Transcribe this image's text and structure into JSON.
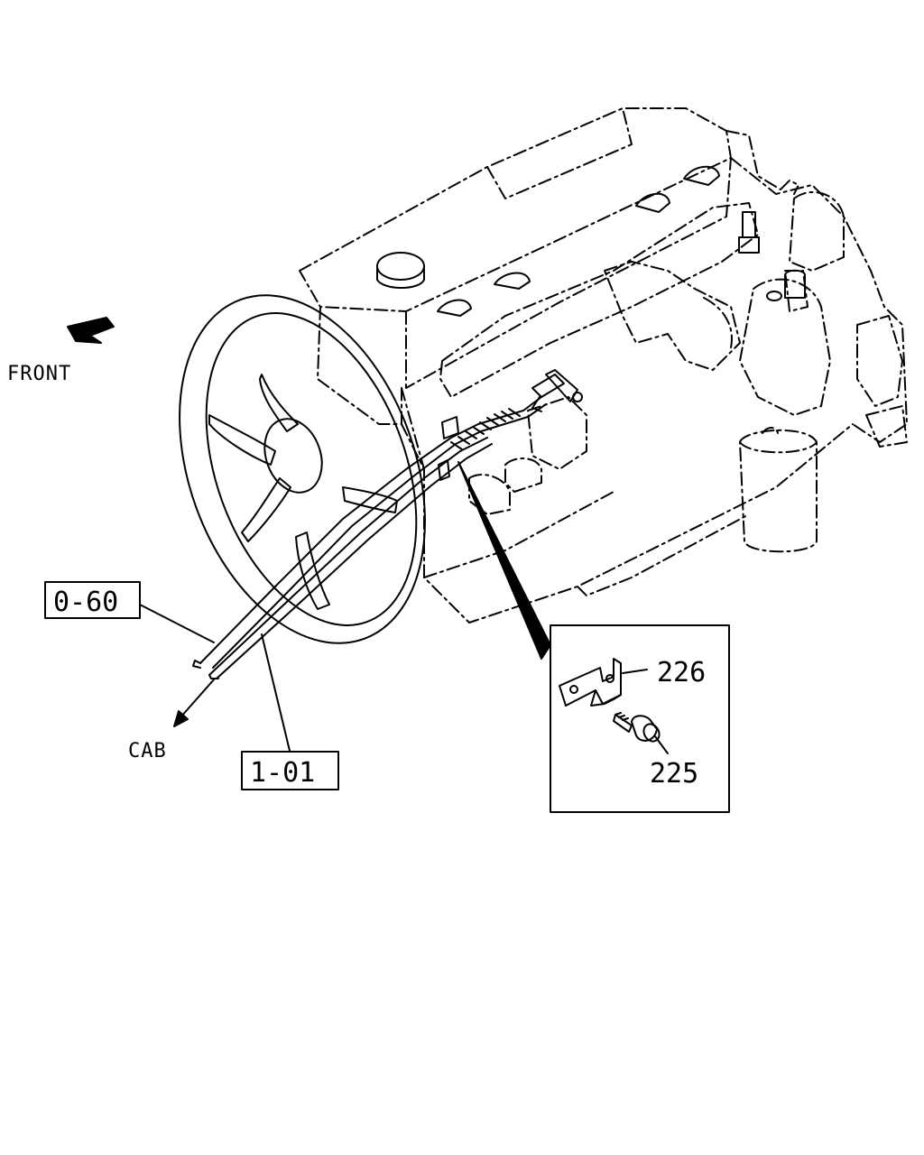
{
  "labels": {
    "front": "FRONT",
    "cab": "CAB",
    "ref_upper": "0-60",
    "ref_lower": "1-01",
    "part_bracket": "226",
    "part_bolt": "225"
  }
}
